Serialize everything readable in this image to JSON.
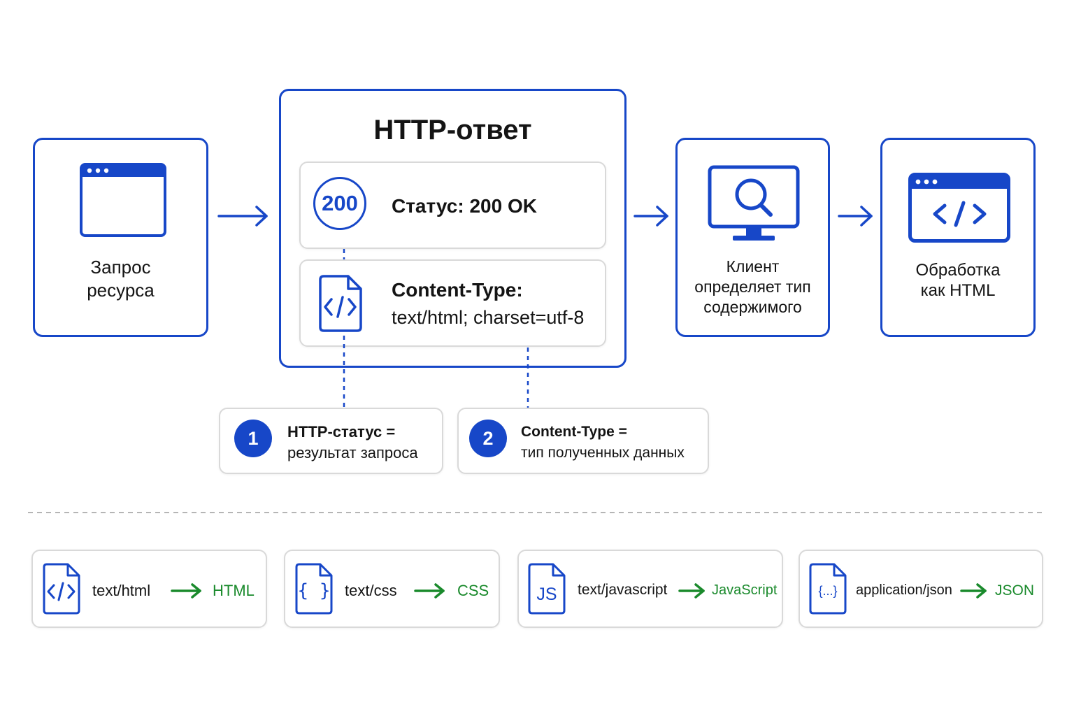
{
  "flow": {
    "request": {
      "label_line1": "Запрос",
      "label_line2": "ресурса",
      "icon": "browser-window-icon"
    },
    "response": {
      "title": "HTTP-ответ",
      "status": {
        "badge": "200",
        "text": "Статус: 200 OK"
      },
      "content_type": {
        "label": "Content-Type:",
        "value": "text/html; charset=utf-8",
        "icon": "code-file-icon"
      }
    },
    "client": {
      "line1": "Клиент",
      "line2": "определяет тип",
      "line3": "содержимого",
      "icon": "monitor-search-icon"
    },
    "processing": {
      "line1": "Обработка",
      "line2": "как HTML",
      "icon": "browser-code-icon"
    }
  },
  "notes": [
    {
      "number": "1",
      "line1": "HTTP-статус =",
      "line2": "результат запроса"
    },
    {
      "number": "2",
      "line1": "Content-Type =",
      "line2": "тип полученных данных"
    }
  ],
  "mappings": [
    {
      "mime": "text/html",
      "result": "HTML",
      "icon": "html-file-icon"
    },
    {
      "mime": "text/css",
      "result": "CSS",
      "icon": "css-file-icon",
      "icon_glyph": "{ }"
    },
    {
      "mime": "text/javascript",
      "result": "JavaScript",
      "icon": "js-file-icon",
      "icon_glyph": "JS"
    },
    {
      "mime": "application/json",
      "result": "JSON",
      "icon": "json-file-icon",
      "icon_glyph": "{...}"
    }
  ],
  "colors": {
    "accent": "#1747c8",
    "result": "#1a8a2c",
    "border_gray": "#d9d9d9"
  }
}
